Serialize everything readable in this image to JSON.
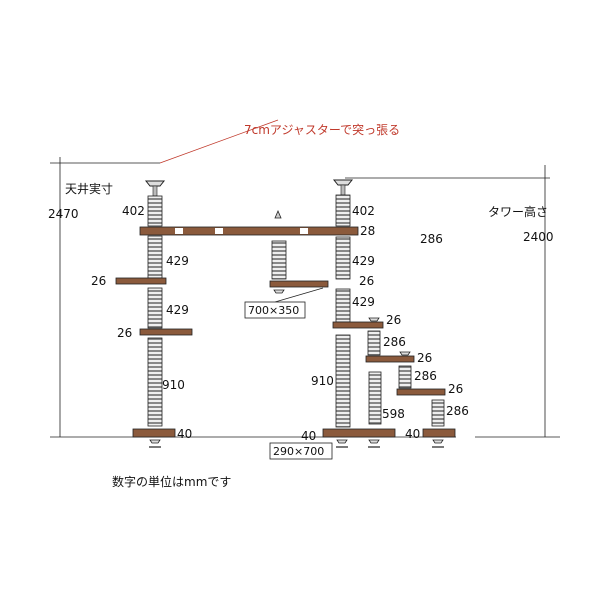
{
  "colors": {
    "shelf": "#8b5a3c",
    "pole": "#7d7d7d",
    "pole_light": "#e6e6e6",
    "line": "#222222",
    "note": "#c0392b"
  },
  "note": "7cmアジャスターで突っ張る",
  "footer": "数字の単位はmmです",
  "ceiling": {
    "label": "天井実寸",
    "value": "2470"
  },
  "tower": {
    "label": "タワー高さ",
    "value": "2400"
  },
  "dims": {
    "left_top_pole": "402",
    "right_top_pole": "402",
    "top_shelf": "28",
    "left_pole_2": "429",
    "mid_shelf_l": "26",
    "left_pole_3": "429",
    "low_shelf_l": "26",
    "left_pole_4": "910",
    "left_base": "40",
    "center_gap": "286",
    "right_pole_2": "429",
    "right_shelf_1": "26",
    "right_pole_3": "429",
    "right_shelf_2": "26",
    "right_pole_4": "910",
    "right_base": "40",
    "step1_pole": "286",
    "step1_shelf": "26",
    "step2_pole": "286",
    "step2_shelf": "26",
    "step3_pole": "286",
    "step_tall_pole": "598",
    "right_base_2": "40"
  },
  "boxes": {
    "center_shelf": "700×350",
    "base_board": "290×700"
  }
}
